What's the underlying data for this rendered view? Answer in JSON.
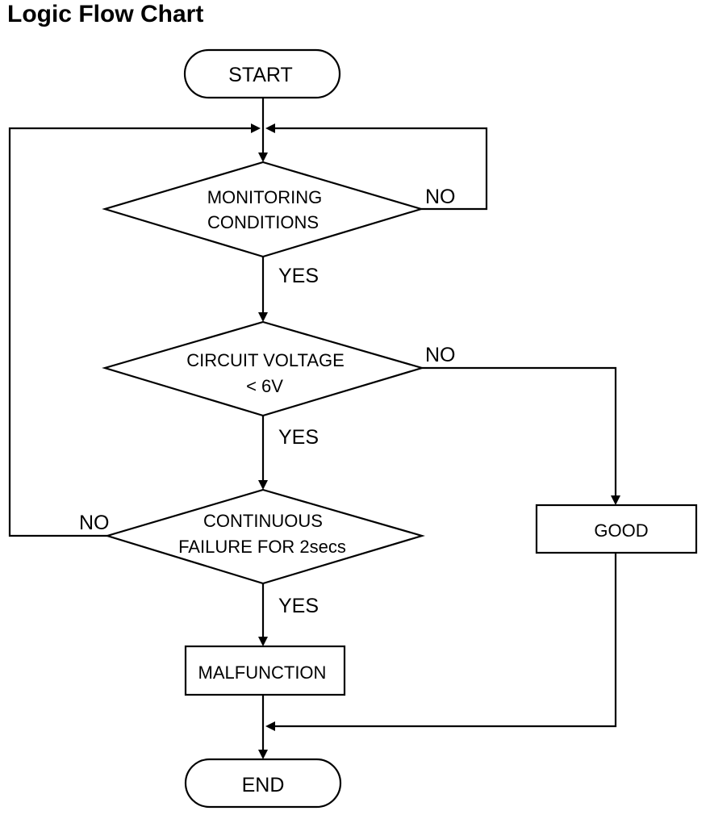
{
  "title": "Logic Flow Chart",
  "nodes": {
    "start": "START",
    "monitoring": [
      "MONITORING",
      "CONDITIONS"
    ],
    "voltage": [
      "CIRCUIT VOLTAGE",
      "< 6V"
    ],
    "failure": [
      "CONTINUOUS",
      "FAILURE FOR 2secs"
    ],
    "good": "GOOD",
    "malfunction": "MALFUNCTION",
    "end": "END"
  },
  "labels": {
    "monitoring_no": "NO",
    "monitoring_yes": "YES",
    "voltage_no": "NO",
    "voltage_yes": "YES",
    "failure_no": "NO",
    "failure_yes": "YES"
  }
}
